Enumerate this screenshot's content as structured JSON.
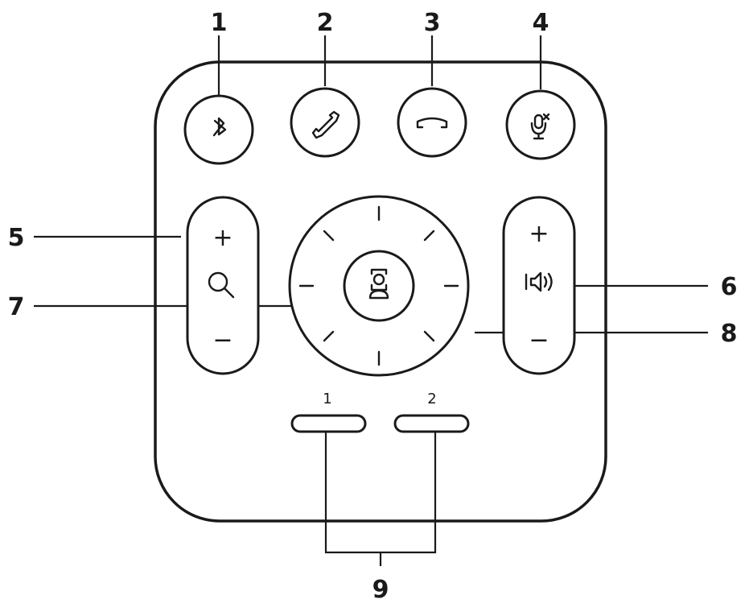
{
  "callouts": [
    "1",
    "2",
    "3",
    "4",
    "5",
    "6",
    "7",
    "8",
    "9"
  ],
  "zoom": {
    "plus": "+",
    "minus": "−"
  },
  "volume": {
    "plus": "+",
    "minus": "−"
  },
  "presets": [
    "1",
    "2"
  ],
  "icons": {
    "bluetooth": "bluetooth-icon",
    "call": "phone-answer-icon",
    "hangup": "phone-hangup-icon",
    "mute": "mic-mute-icon",
    "zoom": "magnifier-icon",
    "volume": "speaker-icon",
    "home": "camera-home-icon"
  }
}
